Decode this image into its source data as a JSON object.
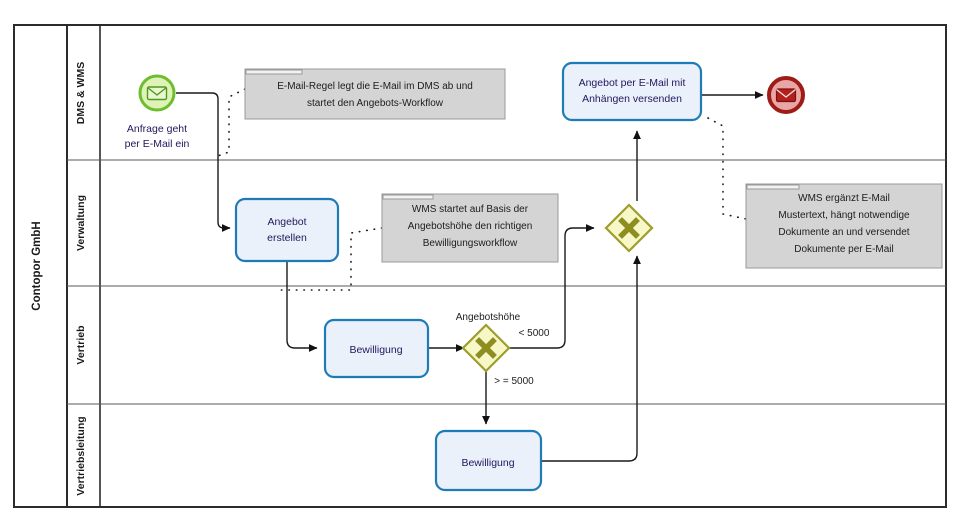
{
  "diagram": {
    "type": "bpmn-collaboration-diagram",
    "pool": {
      "name": "Contopor GmbH"
    },
    "lanes": [
      {
        "id": "lane-dms-wms",
        "label": "DMS & WMS"
      },
      {
        "id": "lane-verwaltung",
        "label": "Verwaltung"
      },
      {
        "id": "lane-vertrieb",
        "label": "Vertrieb"
      },
      {
        "id": "lane-vertriebsleitung",
        "label": "Vertriebsleitung"
      }
    ],
    "events": [
      {
        "id": "start-event-email",
        "kind": "message-start-event",
        "label_line1": "Anfrage geht",
        "label_line2": "per E-Mail ein",
        "lane": "DMS & WMS",
        "color_ring": "#6cbe2e",
        "color_fill": "#dff2b8"
      },
      {
        "id": "end-event-email",
        "kind": "message-end-event",
        "label": "",
        "lane": "DMS & WMS",
        "color_ring": "#9e1b18",
        "color_fill": "#e8a6a4"
      }
    ],
    "tasks": [
      {
        "id": "task-angebot-erstellen",
        "line1": "Angebot",
        "line2": "erstellen",
        "lane": "Verwaltung"
      },
      {
        "id": "task-angebot-versenden",
        "line1": "Angebot per E-Mail mit",
        "line2": "Anhängen versenden",
        "lane": "DMS & WMS"
      },
      {
        "id": "task-bewilligung-vertrieb",
        "line1": "Bewilligung",
        "line2": "",
        "lane": "Vertrieb"
      },
      {
        "id": "task-bewilligung-vertriebsleitung",
        "line1": "Bewilligung",
        "line2": "",
        "lane": "Vertriebsleitung"
      }
    ],
    "gateways": [
      {
        "id": "gateway-angebotshoehe",
        "kind": "exclusive-gateway",
        "label": "Angebotshöhe",
        "lane": "Vertrieb",
        "fill": "#f7f7c8",
        "stroke": "#9d9d2b"
      },
      {
        "id": "gateway-merge",
        "kind": "exclusive-gateway",
        "label": "",
        "lane": "Verwaltung",
        "fill": "#f7f7c8",
        "stroke": "#9d9d2b"
      }
    ],
    "flow_labels": [
      {
        "id": "flow-label-lt-5000",
        "text": "< 5000"
      },
      {
        "id": "flow-label-gte-5000",
        "text": "> = 5000"
      }
    ],
    "annotations": [
      {
        "id": "annotation-email-regel",
        "lines": [
          "E-Mail-Regel legt die E-Mail im DMS ab und",
          "startet den Angebots-Workflow"
        ],
        "lane": "DMS & WMS"
      },
      {
        "id": "annotation-wms-startet",
        "lines": [
          "WMS startet auf Basis der",
          "Angebotshöhe den richtigen",
          "Bewilligungsworkflow"
        ],
        "lane": "Verwaltung"
      },
      {
        "id": "annotation-wms-ergaenzt",
        "lines": [
          "WMS ergänzt E-Mail",
          "Mustertext, hängt notwendige",
          "Dokumente an und versendet",
          "Dokumente per E-Mail"
        ],
        "lane": "Verwaltung"
      }
    ],
    "colors": {
      "task_fill": "#eaf1fb",
      "task_stroke": "#1f7bb6",
      "annotation_fill": "#d4d4d4",
      "gateway_fill": "#f7f7c8",
      "gateway_stroke": "#9d9d2b",
      "start_event": "#6cbe2e",
      "end_event": "#9e1b18",
      "frame": "#2b2b2b"
    }
  }
}
